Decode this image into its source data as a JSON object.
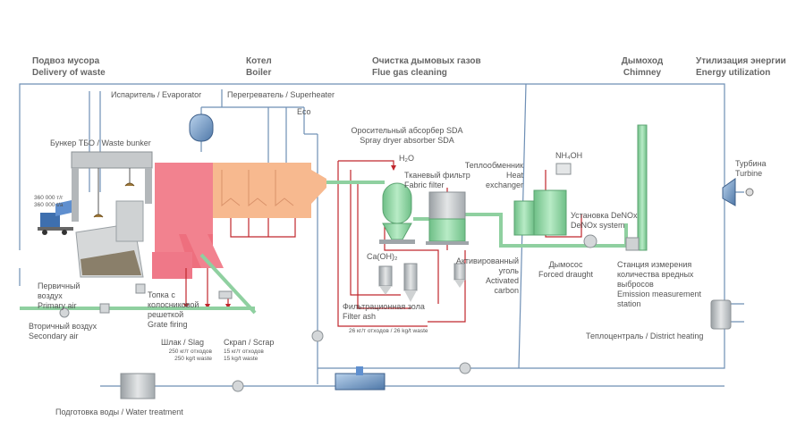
{
  "sections": {
    "delivery": [
      "Подвоз мусора",
      "Delivery of waste"
    ],
    "boiler": [
      "Котел",
      "Boiler"
    ],
    "flue_gas": [
      "Очистка дымовых газов",
      "Flue gas cleaning"
    ],
    "chimney": [
      "Дымоход",
      "Chimney"
    ],
    "energy": [
      "Утилизация энергии",
      "Energy utilization"
    ]
  },
  "labels": {
    "evaporator": "Испаритель / Evaporator",
    "superheater": "Перегреватель / Superheater",
    "eco": "Eco",
    "bunker": "Бункер ТБО / Waste bunker",
    "bunker_capacity": [
      "360 000 т/г",
      "360 000 t/a"
    ],
    "sda": [
      "Оросительный абсорбер SDA",
      "Spray dryer absorber SDA"
    ],
    "h2o": "H₂O",
    "fabric_filter": [
      "Тканевый фильтр",
      "Fabric filter"
    ],
    "heat_exchanger": [
      "Теплообменник",
      "Heat",
      "exchanger"
    ],
    "nh4oh": "NH₄OH",
    "denox": [
      "Установка DeNOx",
      "DeNOx system"
    ],
    "caoh2": "Ca(OH)₂",
    "activated_carbon": [
      "Активированный",
      "уголь",
      "Activated",
      "carbon"
    ],
    "forced_draught": [
      "Дымосос",
      "Forced draught"
    ],
    "emission_station": [
      "Станция измерения",
      "количества вредных",
      "выбросов",
      "Emission measurement",
      "station"
    ],
    "turbine": [
      "Турбина",
      "Turbine"
    ],
    "primary_air": [
      "Первичный",
      "воздух",
      "Primary air"
    ],
    "grate": [
      "Топка с",
      "колосниковой",
      "решеткой",
      "Grate firing"
    ],
    "secondary_air": [
      "Вторичный воздух",
      "Secondary air"
    ],
    "filter_ash": [
      "Фильтрационная зола",
      "Filter ash"
    ],
    "filter_ash_qty": "26 кг/т отходов / 26 kg/t waste",
    "slag": "Шлак / Slag",
    "slag_qty": [
      "250 кг/т отходов",
      "250 kg/t waste"
    ],
    "scrap": "Скрап / Scrap",
    "scrap_qty": [
      "15 кг/т отходов",
      "15 kg/t waste"
    ],
    "district_heating": "Теплоцентраль / District heating",
    "water_treatment": "Подготовка воды / Water treatment"
  },
  "colors": {
    "water_line": "#6e8fb5",
    "flue_line": "#8fd0a0",
    "red_line": "#c0272d",
    "boiler_red": "#f2828f",
    "boiler_orange": "#f7b98f",
    "green_equipment": "#8fd3a2",
    "grey_equipment": "#b8bcbf"
  }
}
